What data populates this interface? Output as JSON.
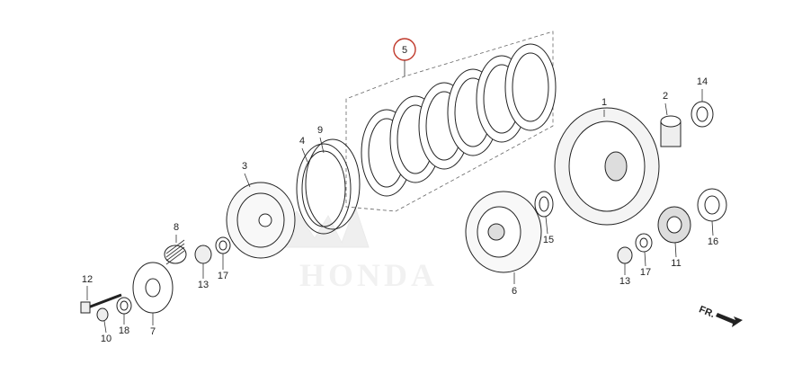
{
  "diagram": {
    "labels": {
      "p1": "1",
      "p2": "2",
      "p3": "3",
      "p4": "4",
      "p5": "5",
      "p6": "6",
      "p7": "7",
      "p8": "8",
      "p9": "9",
      "p10": "10",
      "p11": "11",
      "p12": "12",
      "p13a": "13",
      "p13b": "13",
      "p14": "14",
      "p15": "15",
      "p16": "16",
      "p17a": "17",
      "p17b": "17",
      "p18": "18"
    },
    "highlighted_part": "5",
    "highlight_color": "#c0392b",
    "direction_marker": "FR.",
    "watermark": "HONDA"
  }
}
